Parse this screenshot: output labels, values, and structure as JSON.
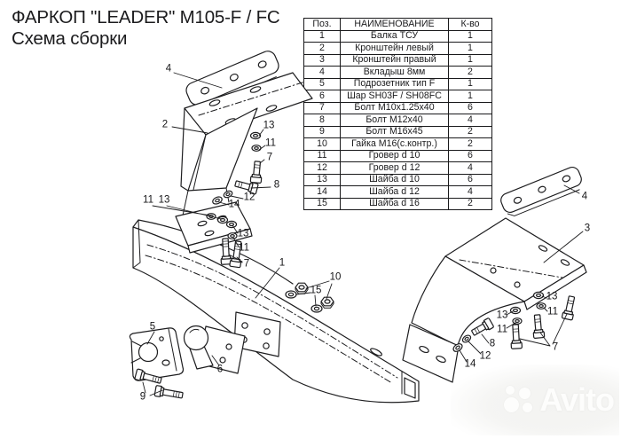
{
  "title": {
    "line1": "ФАРКОП \"LEADER\" M105-F / FC",
    "line2": "Схема сборки"
  },
  "parts_table": {
    "headers": {
      "pos": "Поз.",
      "name": "НАИМЕНОВАНИЕ",
      "qty": "К-во"
    },
    "rows": [
      {
        "pos": "1",
        "name": "Балка ТСУ",
        "qty": "1"
      },
      {
        "pos": "2",
        "name": "Кронштейн левый",
        "qty": "1"
      },
      {
        "pos": "3",
        "name": "Кронштейн правый",
        "qty": "1"
      },
      {
        "pos": "4",
        "name": "Вкладыш 8мм",
        "qty": "2"
      },
      {
        "pos": "5",
        "name": "Подрозетник тип F",
        "qty": "1"
      },
      {
        "pos": "6",
        "name": "Шар SH03F / SH08FC",
        "qty": "1"
      },
      {
        "pos": "7",
        "name": "Болт М10х1.25х40",
        "qty": "6"
      },
      {
        "pos": "8",
        "name": "Болт М12х40",
        "qty": "4"
      },
      {
        "pos": "9",
        "name": "Болт М16х45",
        "qty": "2"
      },
      {
        "pos": "10",
        "name": "Гайка  М16(с.контр.)",
        "qty": "2"
      },
      {
        "pos": "11",
        "name": "Гровер d 10",
        "qty": "6"
      },
      {
        "pos": "12",
        "name": "Гровер d 12",
        "qty": "4"
      },
      {
        "pos": "13",
        "name": "Шайба d 10",
        "qty": "6"
      },
      {
        "pos": "14",
        "name": "Шайба d 12",
        "qty": "4"
      },
      {
        "pos": "15",
        "name": "Шайба d 16",
        "qty": "2"
      }
    ]
  },
  "diagram": {
    "callouts": [
      {
        "label": "4"
      },
      {
        "label": "2"
      },
      {
        "label": "13"
      },
      {
        "label": "11"
      },
      {
        "label": "7"
      },
      {
        "label": "8"
      },
      {
        "label": "12"
      },
      {
        "label": "14"
      },
      {
        "label": "11"
      },
      {
        "label": "13"
      },
      {
        "label": "13"
      },
      {
        "label": "11"
      },
      {
        "label": "7"
      },
      {
        "label": "1"
      },
      {
        "label": "10"
      },
      {
        "label": "15"
      },
      {
        "label": "5"
      },
      {
        "label": "6"
      },
      {
        "label": "9"
      },
      {
        "label": "4"
      },
      {
        "label": "3"
      },
      {
        "label": "13"
      },
      {
        "label": "11"
      },
      {
        "label": "13"
      },
      {
        "label": "11"
      },
      {
        "label": "7"
      },
      {
        "label": "8"
      },
      {
        "label": "12"
      },
      {
        "label": "14"
      }
    ]
  },
  "watermark": {
    "text": "Avito"
  },
  "colors": {
    "line": "#1d1d1f",
    "background": "#ffffff"
  }
}
